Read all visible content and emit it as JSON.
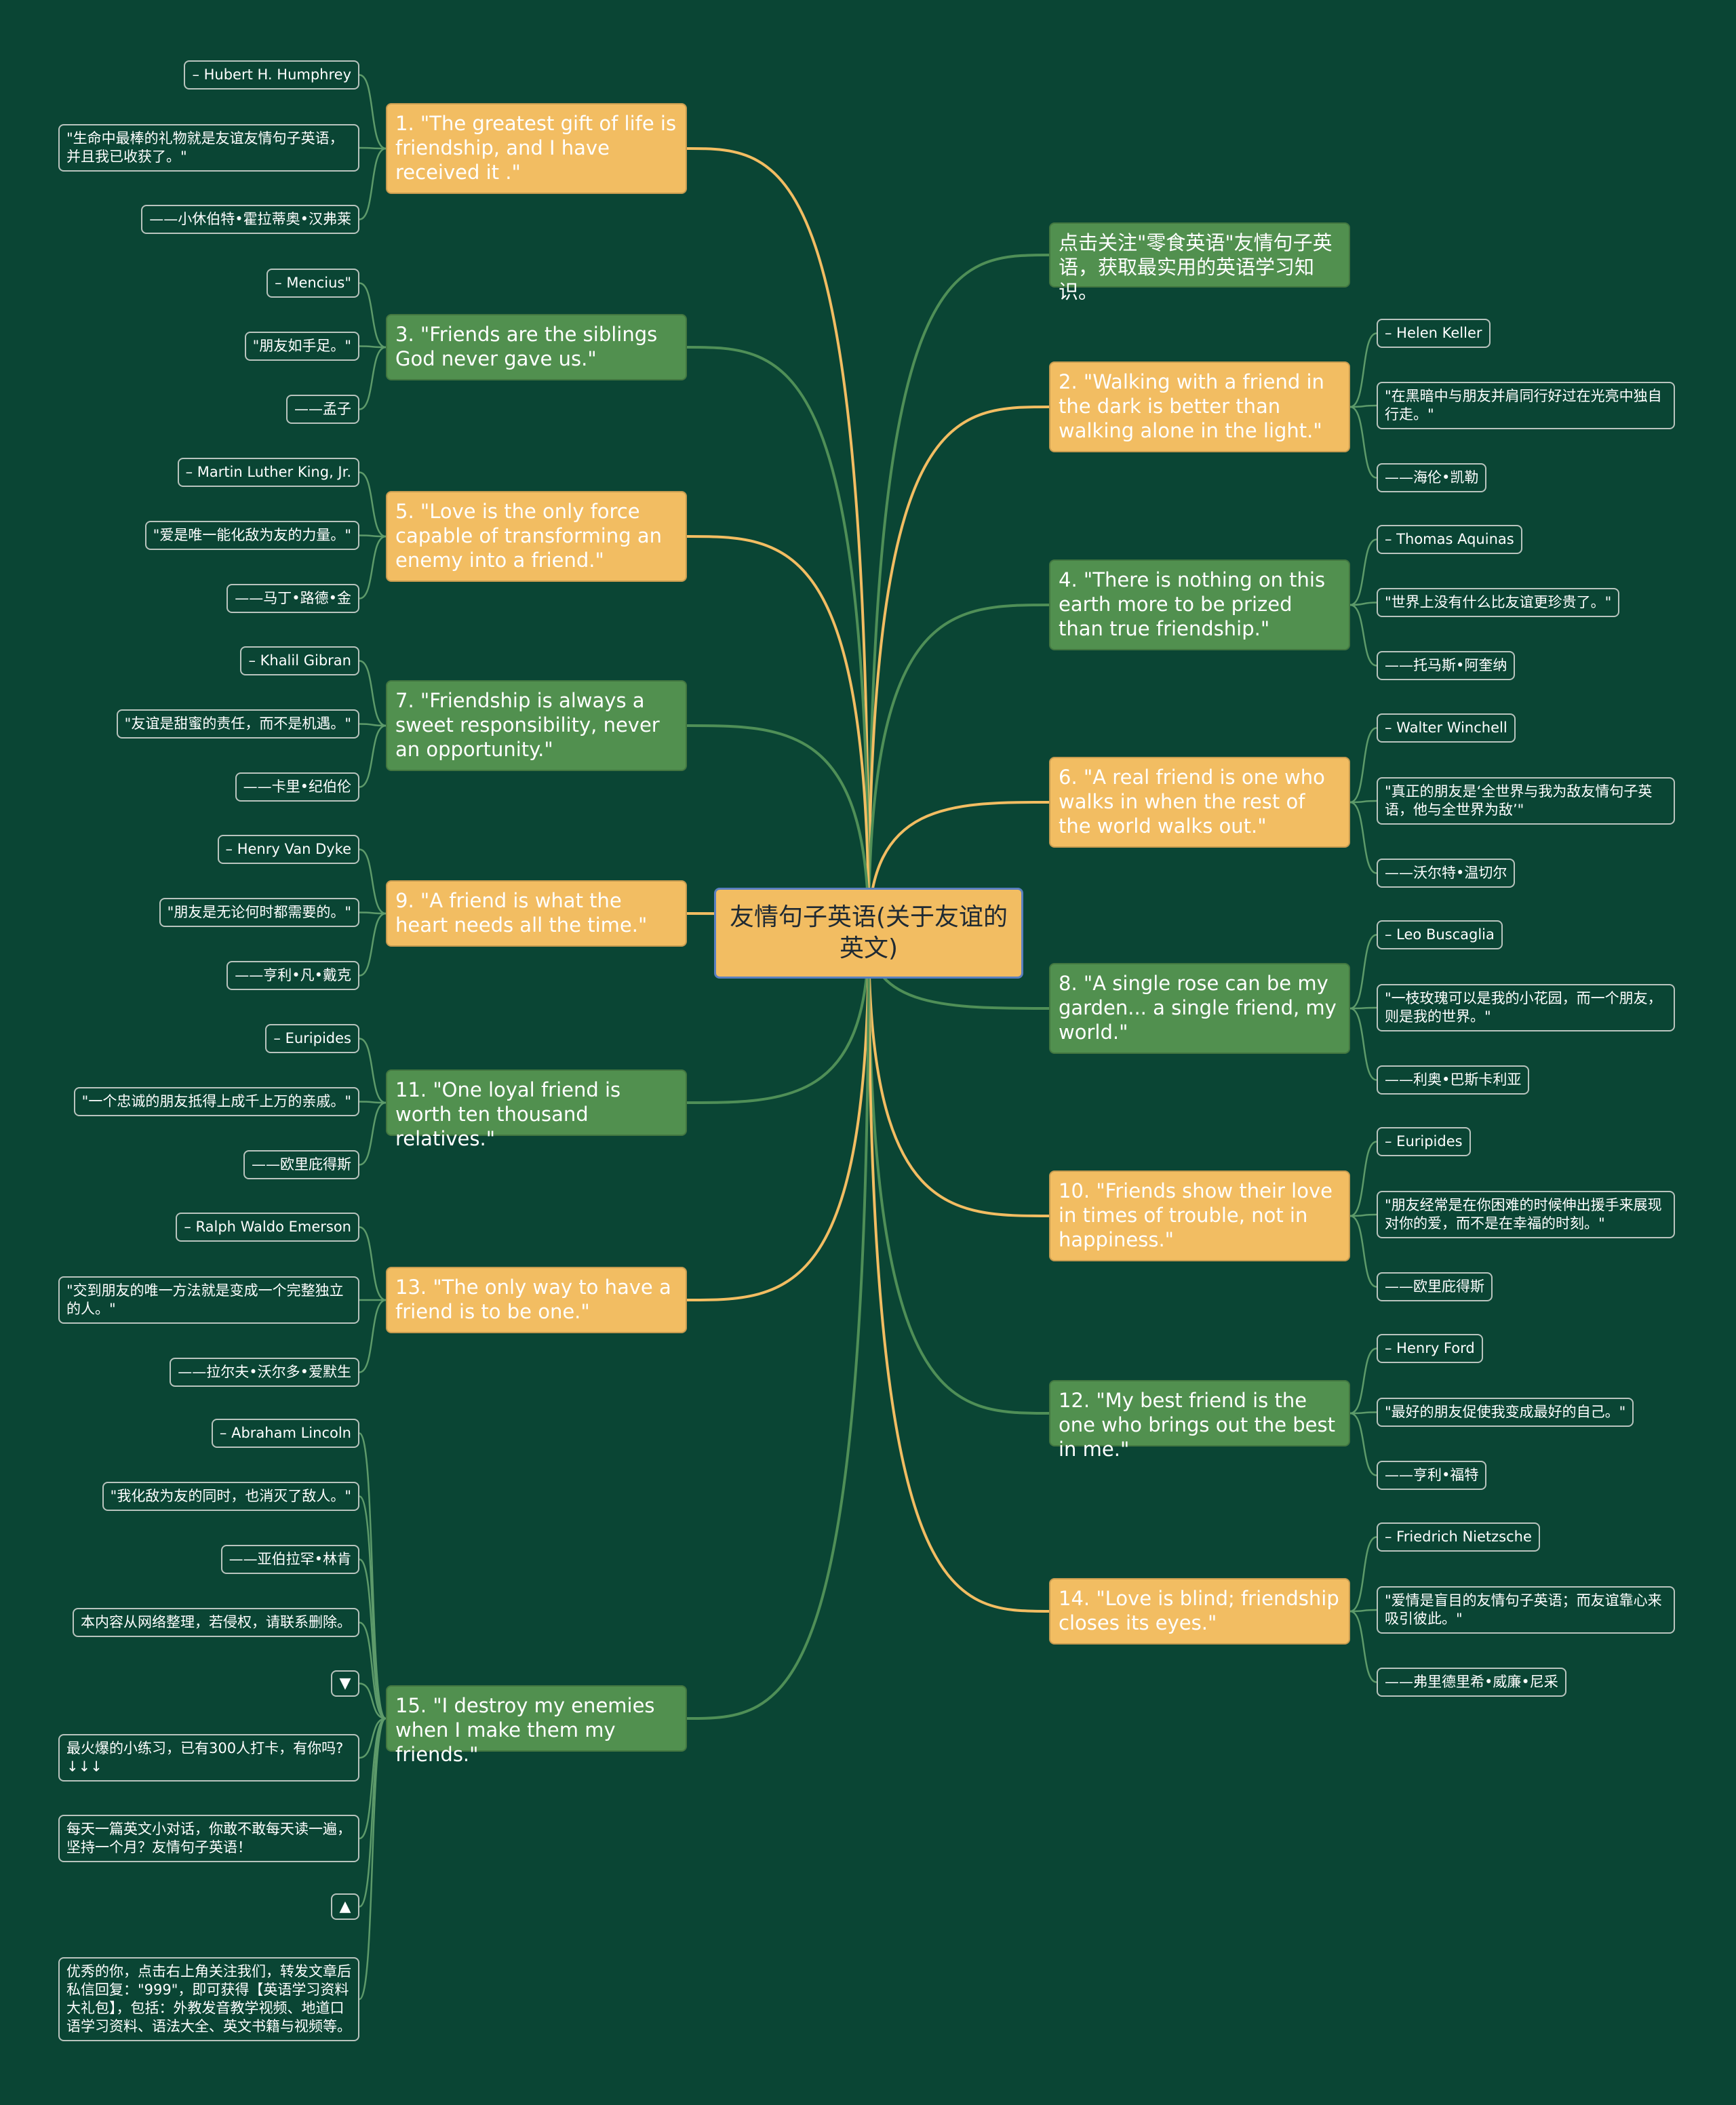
{
  "central": "友情句子英语(关于友谊的英文)",
  "colors": {
    "background": "#0a4534",
    "gold": "#f2bd62",
    "green": "#51904f",
    "gold_line": "#f2bd62",
    "green_line": "#4f8f57"
  },
  "right": {
    "promo": "点击关注\"零食英语\"友情句子英语，获取最实用的英语学习知识。",
    "b2": {
      "label": "2. \"Walking with a friend in the dark is better than walking alone in the light.\"",
      "c1": "– Helen Keller",
      "c2": "\"在黑暗中与朋友并肩同行好过在光亮中独自行走。\"",
      "c3": "——海伦•凯勒"
    },
    "b4": {
      "label": "4. \"There is nothing on this earth more to be prized than true friendship.\"",
      "c1": "– Thomas Aquinas",
      "c2": "\"世界上没有什么比友谊更珍贵了。\"",
      "c3": "——托马斯•阿奎纳"
    },
    "b6": {
      "label": "6. \"A real friend is one who walks in when the rest of the world walks out.\"",
      "c1": "– Walter Winchell",
      "c2": "\"真正的朋友是‘全世界与我为敌友情句子英语，他与全世界为敌’\"",
      "c3": "——沃尔特•温切尔"
    },
    "b8": {
      "label": "8. \"A single rose can be my garden... a single friend, my world.\"",
      "c1": "– Leo Buscaglia",
      "c2": "\"一枝玫瑰可以是我的小花园，而一个朋友，则是我的世界。\"",
      "c3": "——利奥•巴斯卡利亚"
    },
    "b10": {
      "label": "10. \"Friends show their love in times of trouble, not in happiness.\"",
      "c1": "– Euripides",
      "c2": "\"朋友经常是在你困难的时候伸出援手来展现对你的爱，而不是在幸福的时刻。\"",
      "c3": "——欧里庇得斯"
    },
    "b12": {
      "label": "12. \"My best friend is the one who brings out the best in me.\"",
      "c1": "– Henry Ford",
      "c2": "\"最好的朋友促使我变成最好的自己。\"",
      "c3": "——亨利•福特"
    },
    "b14": {
      "label": "14. \"Love is blind; friendship closes its eyes.\"",
      "c1": "– Friedrich Nietzsche",
      "c2": "\"爱情是盲目的友情句子英语；而友谊靠心来吸引彼此。\"",
      "c3": "——弗里德里希•威廉•尼采"
    }
  },
  "left": {
    "b1": {
      "label": "1. \"The greatest gift of life is friendship, and I have received it .\"",
      "c1": "– Hubert H. Humphrey",
      "c2": "\"生命中最棒的礼物就是友谊友情句子英语，并且我已收获了。\"",
      "c3": "——小休伯特•霍拉蒂奥•汉弗莱"
    },
    "b3": {
      "label": "3. \"Friends are the siblings God never gave us.\"",
      "c1": "– Mencius\"",
      "c2": "\"朋友如手足。\"",
      "c3": "——孟子"
    },
    "b5": {
      "label": "5. \"Love is the only force capable of transforming an enemy into a friend.\"",
      "c1": "– Martin Luther King, Jr.",
      "c2": "\"爱是唯一能化敌为友的力量。\"",
      "c3": "——马丁•路德•金"
    },
    "b7": {
      "label": "7. \"Friendship is always a sweet responsibility, never an opportunity.\"",
      "c1": "– Khalil Gibran",
      "c2": "\"友谊是甜蜜的责任，而不是机遇。\"",
      "c3": "——卡里•纪伯伦"
    },
    "b9": {
      "label": "9. \"A friend is what the heart needs all the time.\"",
      "c1": "– Henry Van Dyke",
      "c2": "\"朋友是无论何时都需要的。\"",
      "c3": "——亨利•凡•戴克"
    },
    "b11": {
      "label": "11. \"One loyal friend is worth ten thousand relatives.\"",
      "c1": "– Euripides",
      "c2": "\"一个忠诚的朋友抵得上成千上万的亲戚。\"",
      "c3": "——欧里庇得斯"
    },
    "b13": {
      "label": "13. \"The only way to have a friend is to be one.\"",
      "c1": "– Ralph Waldo Emerson",
      "c2": "\"交到朋友的唯一方法就是变成一个完整独立的人。\"",
      "c3": "——拉尔夫•沃尔多•爱默生"
    },
    "b15": {
      "label": "15. \"I destroy my enemies when I make them my friends.\"",
      "c1": "– Abraham Lincoln",
      "c2": "\"我化敌为友的同时，也消灭了敌人。\"",
      "c3": "——亚伯拉罕•林肯",
      "c4": "本内容从网络整理，若侵权，请联系删除。",
      "c5": "▼",
      "c6": "最火爆的小练习，已有300人打卡，有你吗?↓↓↓",
      "c7": "每天一篇英文小对话，你敢不敢每天读一遍，坚持一个月？友情句子英语！",
      "c8": "▲",
      "c9": "优秀的你，点击右上角关注我们，转发文章后私信回复：\"999\"，即可获得【英语学习资料大礼包】，包括：外教发音教学视频、地道口语学习资料、语法大全、英文书籍与视频等。"
    }
  }
}
